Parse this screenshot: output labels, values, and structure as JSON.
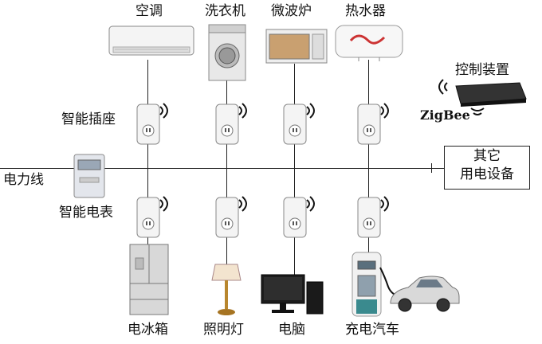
{
  "appliances_top": {
    "ac": "空调",
    "washer": "洗衣机",
    "microwave": "微波炉",
    "water_heater": "热水器"
  },
  "appliances_bottom": {
    "fridge": "电冰箱",
    "lamp": "照明灯",
    "pc": "电脑",
    "ev": "充电汽车"
  },
  "labels": {
    "smart_socket": "智能插座",
    "power_line": "电力线",
    "smart_meter": "智能电表",
    "controller": "控制装置",
    "zigbee": "ZigBee",
    "other_devices_line1": "其它",
    "other_devices_line2": "用电设备"
  },
  "icons": {
    "wireless": "wireless-signal-icon",
    "socket": "smart-socket-icon"
  }
}
